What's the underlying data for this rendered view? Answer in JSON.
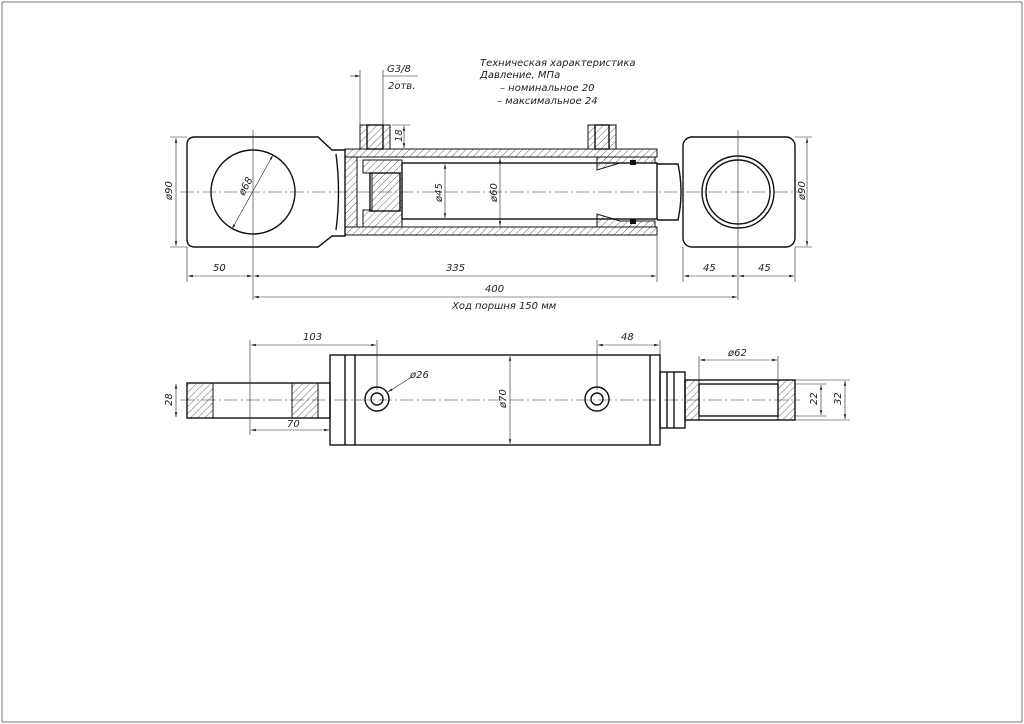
{
  "specs": {
    "title": "Техническая характеристика",
    "pressure": "Давление, МПа",
    "nominal": "– номинальное 20",
    "maximum": "– максимальное 24"
  },
  "port": {
    "thread": "G3/8",
    "count": "2отв.",
    "height": "18"
  },
  "top_view": {
    "eye_dia_left": "ø90",
    "hole_dia": "ø68",
    "rod_dia": "ø45",
    "bore_dia": "ø60",
    "eye_dia_right": "ø90",
    "dim_50": "50",
    "dim_335": "335",
    "dim_45a": "45",
    "dim_45b": "45",
    "dim_400": "400",
    "stroke": "Ход поршня 150 мм"
  },
  "side_view": {
    "dim_103": "103",
    "dim_48": "48",
    "dim_62": "ø62",
    "dim_26": "ø26",
    "dim_70dia": "ø70",
    "dim_70": "70",
    "dim_28": "28",
    "dim_22": "22",
    "dim_32": "32"
  }
}
